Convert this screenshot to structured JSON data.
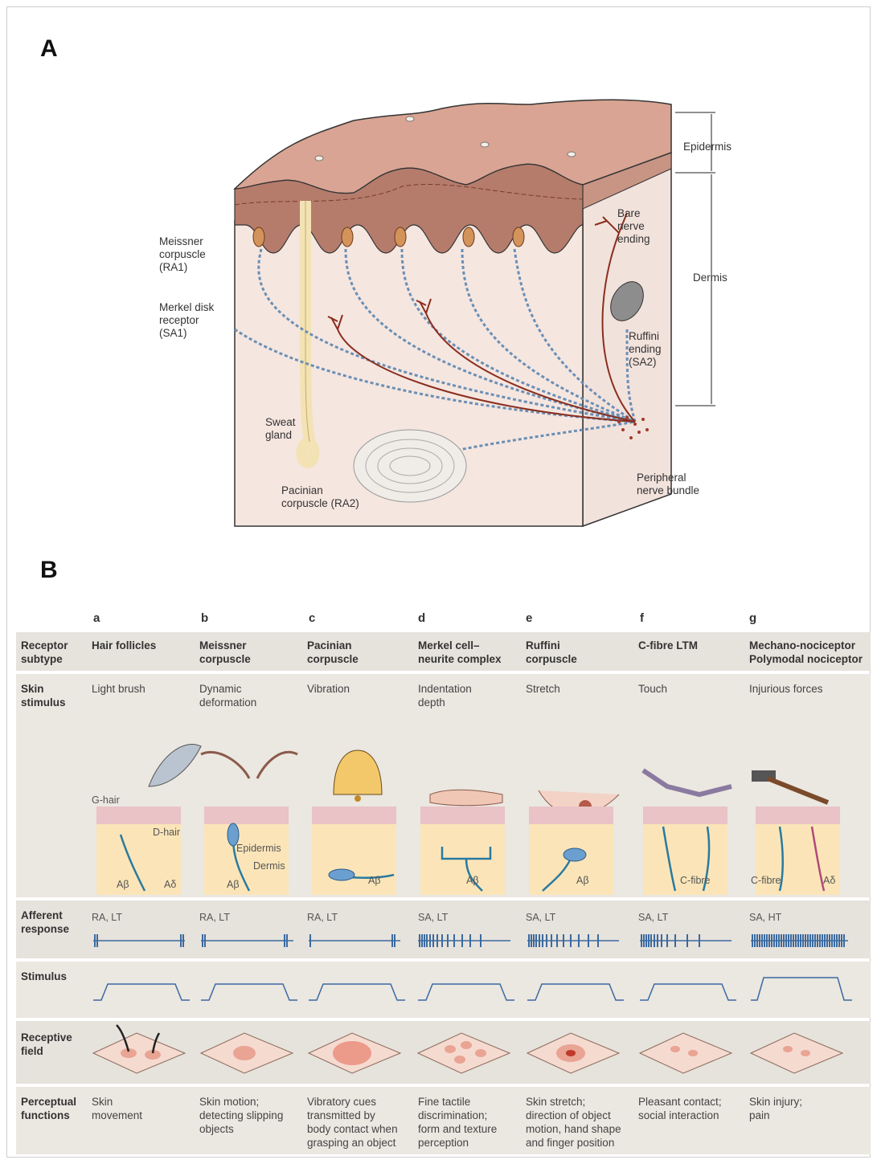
{
  "panel_a": {
    "letter": "A",
    "labels": {
      "epidermis": "Epidermis",
      "dermis": "Dermis",
      "bare_nerve": "Bare\nnerve\nending",
      "ruffini": "Ruffini\nending\n(SA2)",
      "meissner": "Meissner\ncorpuscle\n(RA1)",
      "merkel": "Merkel disk\nreceptor\n(SA1)",
      "sweat": "Sweat\ngland",
      "pacinian": "Pacinian\ncorpuscle (RA2)",
      "bundle": "Peripheral\nnerve bundle"
    }
  },
  "panel_b": {
    "letter": "B",
    "columns": [
      {
        "letter": "a",
        "subtype": "Hair follicles",
        "stimulus": "Light brush",
        "response": "RA, LT",
        "function": "Skin\nmovement"
      },
      {
        "letter": "b",
        "subtype": "Meissner\ncorpuscle",
        "stimulus": "Dynamic\ndeformation",
        "response": "RA, LT",
        "function": "Skin motion;\ndetecting slipping\nobjects"
      },
      {
        "letter": "c",
        "subtype": "Pacinian\ncorpuscle",
        "stimulus": "Vibration",
        "response": "RA, LT",
        "function": "Vibratory cues\ntransmitted by\nbody contact when\ngrasping an object"
      },
      {
        "letter": "d",
        "subtype": "Merkel cell–\nneurite complex",
        "stimulus": "Indentation\ndepth",
        "response": "SA, LT",
        "function": "Fine tactile\ndiscrimination;\nform and texture\nperception"
      },
      {
        "letter": "e",
        "subtype": "Ruffini\ncorpuscle",
        "stimulus": "Stretch",
        "response": "SA, LT",
        "function": "Skin stretch;\ndirection of object\nmotion, hand shape\nand finger position"
      },
      {
        "letter": "f",
        "subtype": "C-fibre LTM",
        "stimulus": "Touch",
        "response": "SA, LT",
        "function": "Pleasant contact;\nsocial interaction"
      },
      {
        "letter": "g",
        "subtype": "Mechano-nociceptor\nPolymodal nociceptor",
        "stimulus": "Injurious forces",
        "response": "SA, HT",
        "function": "Skin injury;\npain"
      }
    ],
    "row_headers": {
      "receptor": "Receptor\nsubtype",
      "stimulus": "Skin\nstimulus",
      "afferent": "Afferent\nresponse",
      "stim": "Stimulus",
      "field": "Receptive\nfield",
      "perceptual": "Perceptual\nfunctions"
    },
    "inset_labels": {
      "g_hair": "G-hair",
      "d_hair": "D-hair",
      "epidermis": "Epidermis",
      "dermis": "Dermis",
      "abeta": "Aβ",
      "adelta": "Aδ",
      "cfibre": "C-fibre"
    }
  }
}
